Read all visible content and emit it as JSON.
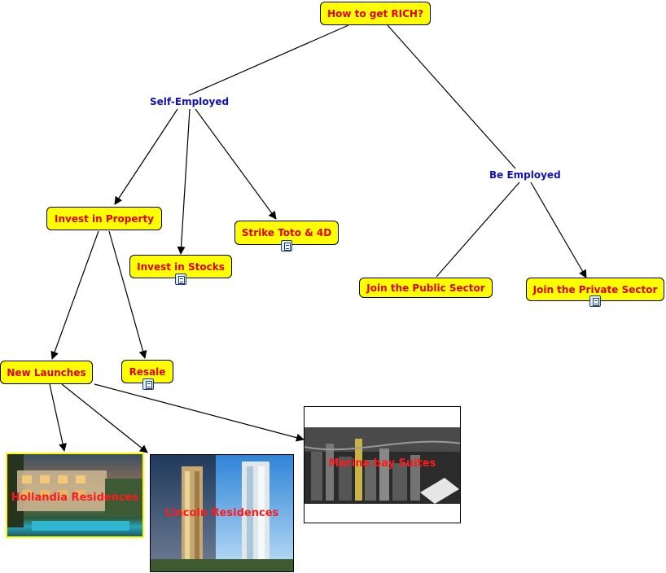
{
  "root": {
    "label": "How to get RICH?"
  },
  "self_employed": {
    "label": "Self-Employed"
  },
  "be_employed": {
    "label": "Be Employed"
  },
  "invest_property": {
    "label": "Invest in Property"
  },
  "invest_stocks": {
    "label": "Invest in Stocks",
    "icon": "document-icon"
  },
  "strike_toto": {
    "label": "Strike Toto & 4D",
    "icon": "document-icon"
  },
  "public_sector": {
    "label": "Join the Public Sector"
  },
  "private_sector": {
    "label": "Join the Private Sector",
    "icon": "document-icon"
  },
  "new_launches": {
    "label": "New Launches"
  },
  "resale": {
    "label": "Resale",
    "icon": "document-icon"
  },
  "images": {
    "hollandia": {
      "label": "Hollandia Residences"
    },
    "lincoln": {
      "label": "Lincoln Residences"
    },
    "marina": {
      "label": "Marina bay Suites"
    }
  },
  "colors": {
    "node_fill": "#ffff00",
    "node_text": "#e00000",
    "label_text": "#1010b8",
    "image_caption": "#ff1a1a"
  }
}
